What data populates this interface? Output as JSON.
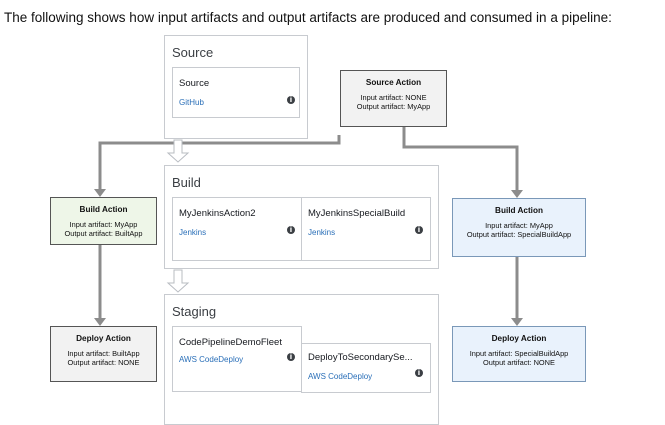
{
  "heading": "The following shows how input artifacts and output artifacts are produced and consumed in a pipeline:",
  "stages": [
    {
      "name": "Source",
      "actions": [
        {
          "name": "Source",
          "provider": "GitHub"
        }
      ]
    },
    {
      "name": "Build",
      "actions": [
        {
          "name": "MyJenkinsAction2",
          "provider": "Jenkins"
        },
        {
          "name": "MyJenkinsSpecialBuild",
          "provider": "Jenkins"
        }
      ]
    },
    {
      "name": "Staging",
      "actions": [
        {
          "name": "CodePipelineDemoFleet",
          "provider": "AWS CodeDeploy"
        },
        {
          "name": "DeployToSecondarySe...",
          "provider": "AWS CodeDeploy"
        }
      ]
    }
  ],
  "notes": {
    "source": {
      "title": "Source Action",
      "input": "Input artifact: NONE",
      "output": "Output artifact: MyApp"
    },
    "build_left": {
      "title": "Build Action",
      "input": "Input artifact: MyApp",
      "output": "Output artifact: BuiltApp"
    },
    "build_right": {
      "title": "Build Action",
      "input": "Input artifact: MyApp",
      "output": "Output artifact: SpecialBuildApp"
    },
    "deploy_left": {
      "title": "Deploy Action",
      "input": "Input artifact: BuiltApp",
      "output": "Output artifact: NONE"
    },
    "deploy_right": {
      "title": "Deploy Action",
      "input": "Input artifact: SpecialBuildApp",
      "output": "Output artifact: NONE"
    }
  },
  "icons": {
    "info": "info-icon",
    "stage_transition": "down-arrow-outline-icon"
  },
  "colors": {
    "connector": "#8c8c8c",
    "provider_link": "#2a6fb8",
    "build_left_note_bg": "#eef6e8",
    "right_note_bg": "#e9f2fc",
    "note_bg": "#f2f2f2"
  }
}
